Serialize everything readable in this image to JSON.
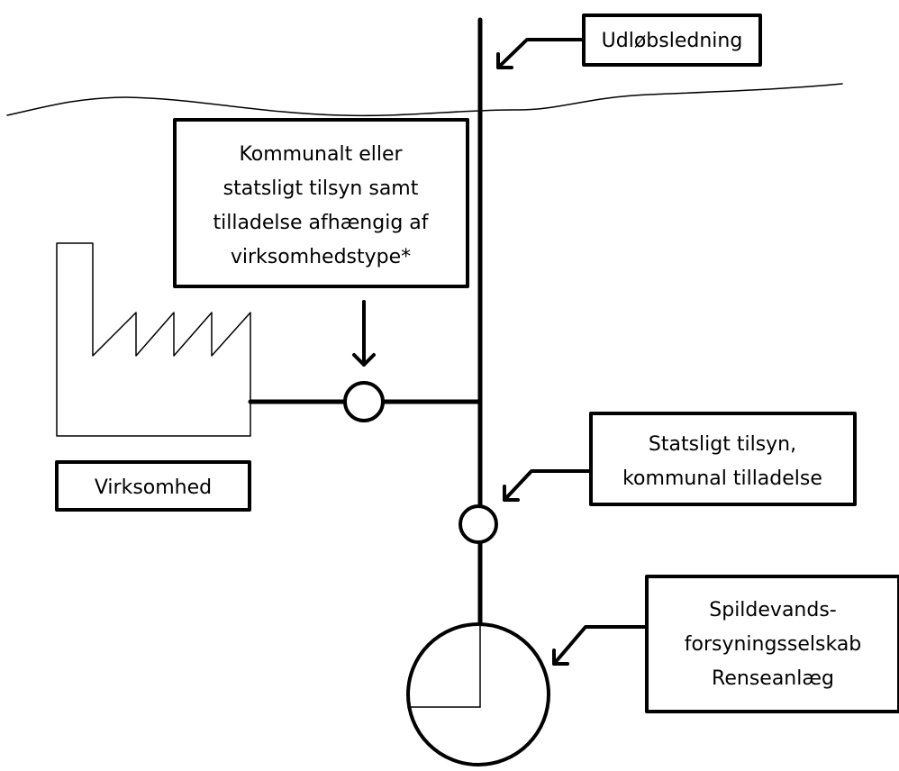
{
  "diagram": {
    "labels": {
      "outlet": "Udløbsledning",
      "supervision_lines": [
        "Kommunalt eller",
        "statsligt tilsyn samt",
        "tilladelse afhængig af",
        "virksomhedstype*"
      ],
      "company": "Virksomhed",
      "state_supervision_lines": [
        "Statsligt tilsyn,",
        "kommunal tilladelse"
      ],
      "utility_lines": [
        "Spildevands-",
        "forsyningsselskab",
        "Renseanlæg"
      ]
    },
    "colors": {
      "stroke": "#000000",
      "fill": "#ffffff"
    }
  }
}
